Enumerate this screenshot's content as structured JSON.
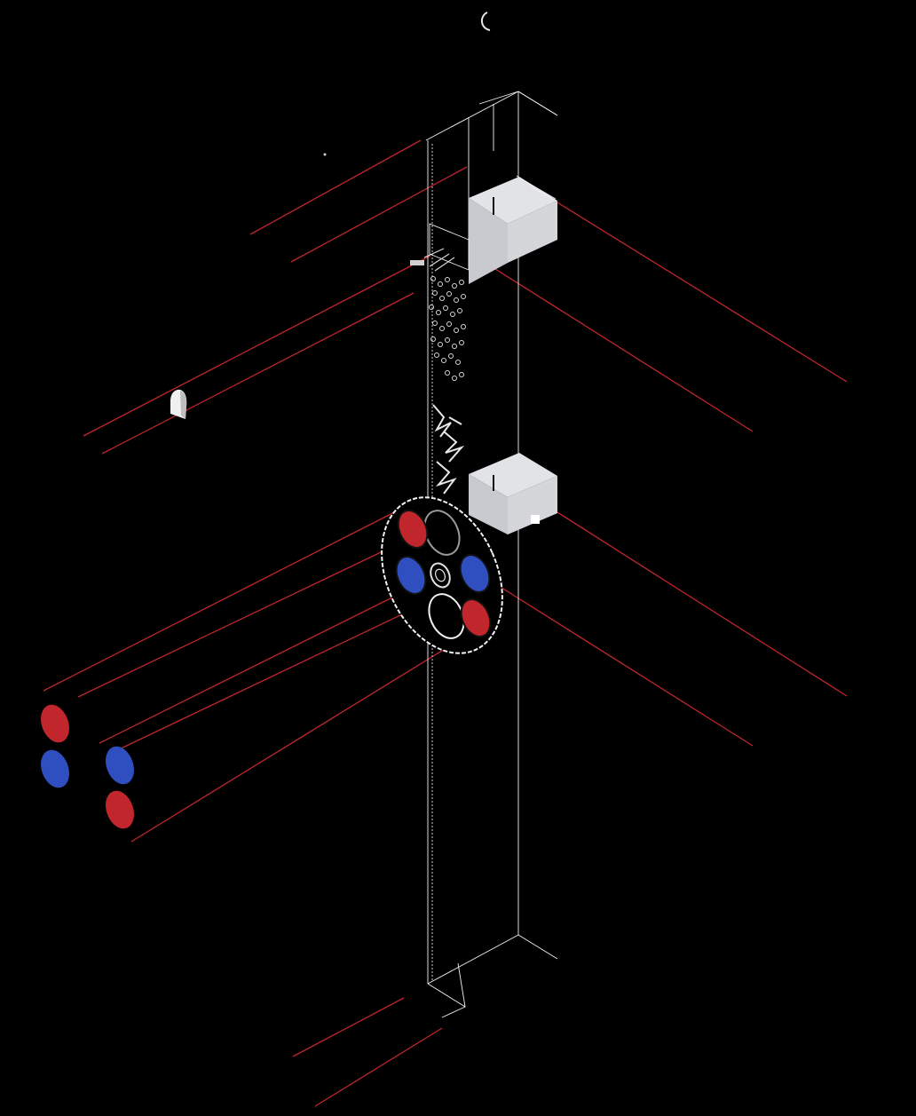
{
  "figure": {
    "background": "#000000",
    "palette": {
      "guide_line": "#c0262b",
      "hot_pipe": "#c0262b",
      "cold_pipe": "#2f4fc1",
      "box_face_light": "#d6d8dc",
      "box_face_mid": "#c6c8cd",
      "box_face_dark": "#b3b5ba",
      "wireframe": "#f2f2f2"
    },
    "elements": {
      "riser_shaft": "wireframe-riser",
      "upper_box": "cabinet-box",
      "lower_box": "cabinet-box",
      "manifold_disc": "manifold",
      "pipe_bundle": "pipe-ends",
      "outlet_cap": "cap",
      "top_hook": "hook"
    },
    "pipe_colors": [
      "hot",
      "cold",
      "cold",
      "hot"
    ]
  }
}
